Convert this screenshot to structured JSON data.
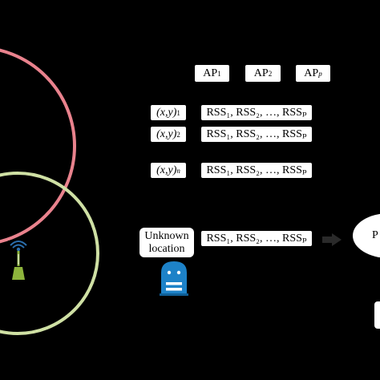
{
  "colors": {
    "background": "#000000",
    "circle_red": "#e9828d",
    "circle_green": "#cfe0a4",
    "robot_blue": "#1d82c8",
    "tower_green": "#8db43c"
  },
  "access_points": {
    "ap1": {
      "base": "AP",
      "sub": "1"
    },
    "ap2": {
      "base": "AP",
      "sub": "2"
    },
    "app": {
      "base": "AP",
      "sub": "p"
    }
  },
  "fingerprints": [
    {
      "coord_prefix": "(x,y)",
      "coord_sub": "1",
      "rss": "RSS₁, RSS₂, …, RSSₚ"
    },
    {
      "coord_prefix": "(x,y)",
      "coord_sub": "2",
      "rss": "RSS₁, RSS₂, …, RSSₚ"
    },
    {
      "coord_prefix": "(x,y)",
      "coord_sub": "n",
      "rss": "RSS₁, RSS₂, …, RSSₚ"
    }
  ],
  "query": {
    "unknown_line1": "Unknown",
    "unknown_line2": "location",
    "rss": "RSS₁, RSS₂, …, RSSₚ"
  },
  "partial_label": "P",
  "icons": [
    "access-point-tower-icon",
    "robot-icon"
  ]
}
